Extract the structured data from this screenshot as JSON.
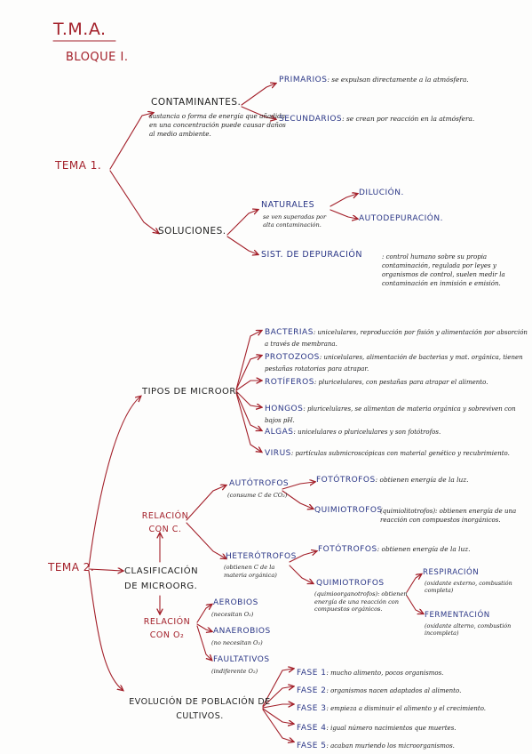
{
  "title": "T.M.A.",
  "block": "BLOQUE I.",
  "tema1": {
    "label": "TEMA 1.",
    "contaminantes": {
      "label": "CONTAMINANTES.",
      "definition": "sustancia o forma de energía que añadida en una concentración puede causar daños al medio ambiente.",
      "primarios_label": "PRIMARIOS",
      "primarios_text": ": se expulsan directamente a la atmósfera.",
      "secundarios_label": "SECUNDARIOS",
      "secundarios_text": ": se crean por reacción en la atmósfera."
    },
    "soluciones": {
      "label": "SOLUCIONES.",
      "naturales_label": "NATURALES",
      "naturales_text": "se ven superadas por alta contaminación.",
      "dilucion": "DILUCIÓN.",
      "autodepuracion": "AUTODEPURACIÓN.",
      "sist_label": "SIST. DE DEPURACIÓN",
      "sist_text": ": control humano sobre su propia contaminación, regulada por leyes y organismos de control, suelen medir la contaminación en inmisión e emisión."
    }
  },
  "tema2": {
    "label": "TEMA 2.",
    "tipos": {
      "label": "TIPOS DE MICROOR.",
      "items": [
        {
          "name": "BACTERIAS",
          "text": ": unicelulares, reproducción por fisión y alimentación por absorción a través de membrana."
        },
        {
          "name": "PROTOZOOS",
          "text": ": unicelulares, alimentación de bacterias y mat. orgánica, tienen pestañas rotatorias para atrapar."
        },
        {
          "name": "ROTÍFEROS",
          "text": ": pluricelulares, con pestañas para atrapar el alimento."
        },
        {
          "name": "HONGOS",
          "text": ": pluricelulares, se alimentan de materia orgánica y sobreviven con bajos pH."
        },
        {
          "name": "ALGAS",
          "text": ": unicelulares o pluricelulares y son fotótrofos."
        },
        {
          "name": "VIRUS",
          "text": ": partículas submicroscópicas con material genético y recubrimiento."
        }
      ]
    },
    "clasificacion": {
      "label": "CLASIFICACIÓN DE MICROORG.",
      "relacion_c": "RELACIÓN CON C.",
      "autotrofos_label": "AUTÓTROFOS",
      "autotrofos_sub": "(consume C de CO₂)",
      "fototrofos1_label": "FOTÓTROFOS",
      "fototrofos1_text": ": obtienen energía de la luz.",
      "quimiotrofos1_label": "QUIMIOTROFOS",
      "quimiotrofos1_text": "(quimiolitotrofos): obtienen energía de una reacción con compuestos inorgánicos.",
      "heterotrofos_label": "HETERÓTROFOS",
      "heterotrofos_sub": "(obtienen C de la materia orgánica)",
      "fototrofos2_label": "FOTÓTROFOS",
      "fototrofos2_text": ": obtienen energía de la luz.",
      "quimiotrofos2_label": "QUIMIOTROFOS",
      "quimiotrofos2_text": "(quimioorganotrofos): obtienen energía de una reacción con compuestos orgánicos.",
      "respiracion_label": "RESPIRACIÓN",
      "respiracion_text": "(oxidante externo, combustión completa)",
      "fermentacion_label": "FERMENTACIÓN",
      "fermentacion_text": "(oxidante alterno, combustión incompleta)",
      "relacion_o2": "RELACIÓN CON O₂",
      "aerobios_label": "AEROBIOS",
      "aerobios_text": "(necesitan O₂)",
      "anaerobios_label": "ANAEROBIOS",
      "anaerobios_text": "(no necesitan O₂)",
      "facultativos_label": "FAULTATIVOS",
      "facultativos_text": "(indiferente O₂)"
    },
    "evolucion": {
      "label": "EVOLUCIÓN DE POBLACIÓN DE CULTIVOS.",
      "fases": [
        {
          "name": "FASE 1",
          "text": ": mucho alimento, pocos organismos."
        },
        {
          "name": "FASE 2",
          "text": ": organismos nacen adaptados al alimento."
        },
        {
          "name": "FASE 3",
          "text": ": empieza a disminuir el alimento y el crecimiento."
        },
        {
          "name": "FASE 4",
          "text": ": igual número nacimientos que muertes."
        },
        {
          "name": "FASE 5",
          "text": ": acaban muriendo los microorganismos."
        }
      ]
    }
  },
  "colors": {
    "heading_red": "#a3202a",
    "label_blue": "#2a3686",
    "note_black": "#1f1f1f",
    "paper": "#fdfdfc"
  }
}
